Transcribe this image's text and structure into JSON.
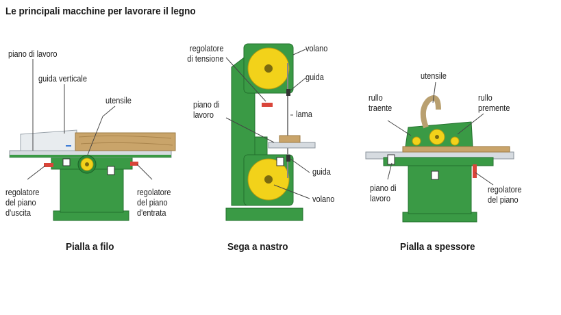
{
  "title": "Le principali macchine per lavorare il legno",
  "colors": {
    "machine_green": "#3a9a45",
    "machine_dark": "#23702d",
    "wood": "#c9a46a",
    "wheel_yellow": "#f2d21a",
    "table_grey": "#d6dbe0",
    "handle_red": "#d9453a"
  },
  "machines": {
    "pialla_filo": {
      "caption": "Pialla a filo",
      "labels": {
        "piano_lavoro": "piano di lavoro",
        "guida_verticale": "guida verticale",
        "utensile": "utensile",
        "reg_uscita": [
          "regolatore",
          "del piano",
          "d'uscita"
        ],
        "reg_entrata": [
          "regolatore",
          "del piano",
          "d'entrata"
        ]
      }
    },
    "sega_nastro": {
      "caption": "Sega a nastro",
      "labels": {
        "regolatore_tensione": [
          "regolatore",
          "di tensione"
        ],
        "volano_top": "volano",
        "guida_top": "guida",
        "lama": "lama",
        "piano_lavoro": [
          "piano di",
          "lavoro"
        ],
        "guida_bottom": "guida",
        "volano_bottom": "volano"
      }
    },
    "pialla_spessore": {
      "caption": "Pialla a spessore",
      "labels": {
        "utensile": "utensile",
        "rullo_traente": [
          "rullo",
          "traente"
        ],
        "rullo_premente": [
          "rullo",
          "premente"
        ],
        "piano_lavoro": [
          "piano di",
          "lavoro"
        ],
        "regolatore_piano": [
          "regolatore",
          "del piano"
        ]
      }
    }
  }
}
